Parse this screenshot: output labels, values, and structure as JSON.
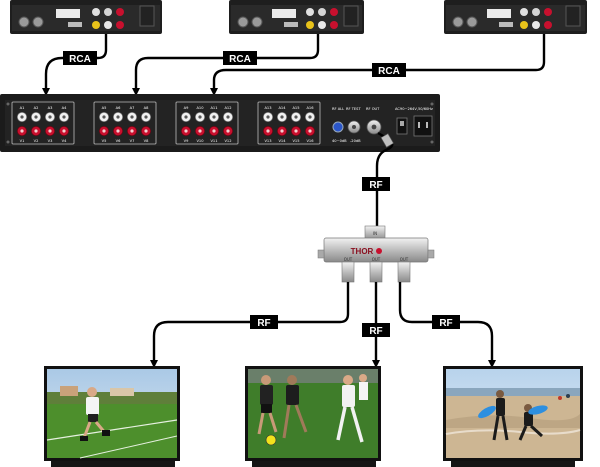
{
  "connection_labels": {
    "rca_1": "RCA",
    "rca_2": "RCA",
    "rca_3": "RCA",
    "rf_main": "RF",
    "rf_left": "RF",
    "rf_center": "RF",
    "rf_right": "RF"
  },
  "modulator": {
    "port_groups": [
      {
        "top": [
          "A1",
          "A2",
          "A3",
          "A4"
        ],
        "bottom": [
          "V1",
          "V2",
          "V3",
          "V4"
        ]
      },
      {
        "top": [
          "A5",
          "A6",
          "A7",
          "A8"
        ],
        "bottom": [
          "V5",
          "V6",
          "V7",
          "V8"
        ]
      },
      {
        "top": [
          "A9",
          "A10",
          "A11",
          "A12"
        ],
        "bottom": [
          "V9",
          "V10",
          "V11",
          "V12"
        ]
      },
      {
        "top": [
          "A13",
          "A14",
          "A15",
          "A16"
        ],
        "bottom": [
          "V13",
          "V14",
          "V15",
          "V16"
        ]
      }
    ],
    "rf_all_label": "RF ALL",
    "rf_test_label": "RF TEST",
    "rf_out_label": "RF OUT",
    "gain_label": "40~0dB",
    "test_level_label": "-20dB",
    "power_label": "AC90~264V,50/60Hz"
  },
  "splitter": {
    "brand": "THOR",
    "in_label": "IN",
    "out_labels": [
      "OUT",
      "OUT",
      "OUT"
    ]
  },
  "colors": {
    "device": "#1b1b1b",
    "cable": "#0a0a0a",
    "rca_red": "#c8102e",
    "rca_white": "#e8e8e8",
    "rca_yellow": "#e8c21a",
    "label_bg": "#000000"
  }
}
